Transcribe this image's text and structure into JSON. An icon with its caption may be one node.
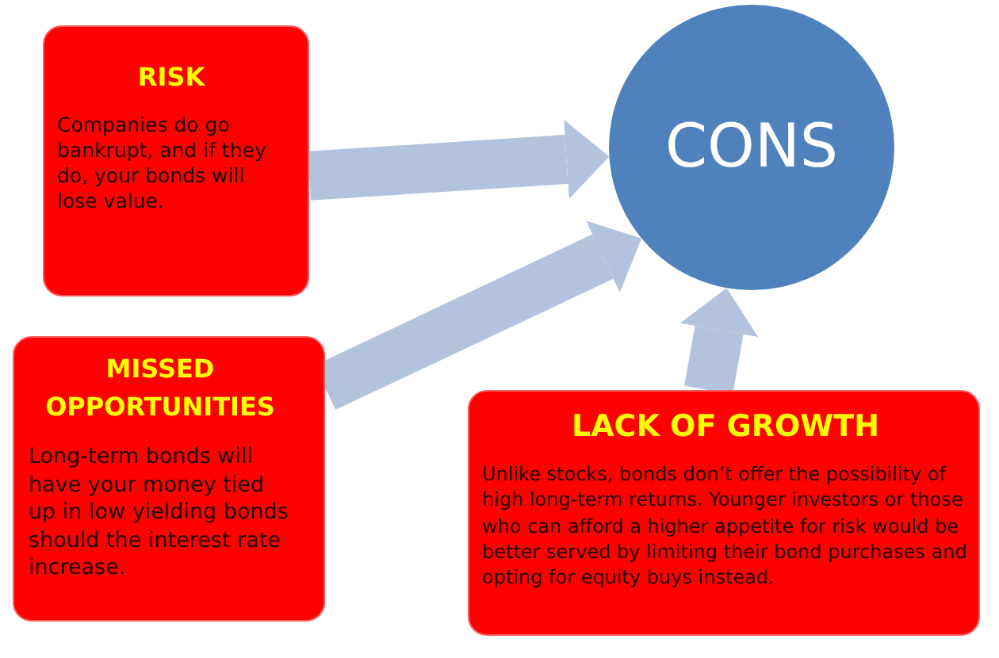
{
  "diagram": {
    "nodes": [
      {
        "text": [
          "RISK",
          "Companies do go bankrupt, and if they do, your bonds will lose value."
        ]
      },
      {
        "text": [
          "CONS"
        ]
      },
      {
        "text": [
          "MISSED OPPORTUNITIES",
          "Long-term bonds will have your money tied up in low yielding bonds should the interest rate increase."
        ]
      },
      {
        "text": [
          "LACK OF GROWTH",
          "Unlike stocks, bonds don’t offer the possibility of high long-term returns. Younger investors or those who can afford a higher appetite for risk would be better served by limiting their bond purchases and opting for equity buys instead."
        ]
      }
    ],
    "edges": [
      {
        "from": 0,
        "to": 1,
        "arrow": "to"
      },
      {
        "from": 2,
        "to": 1,
        "arrow": "to"
      },
      {
        "from": 3,
        "to": 1,
        "arrow": "to"
      }
    ]
  }
}
